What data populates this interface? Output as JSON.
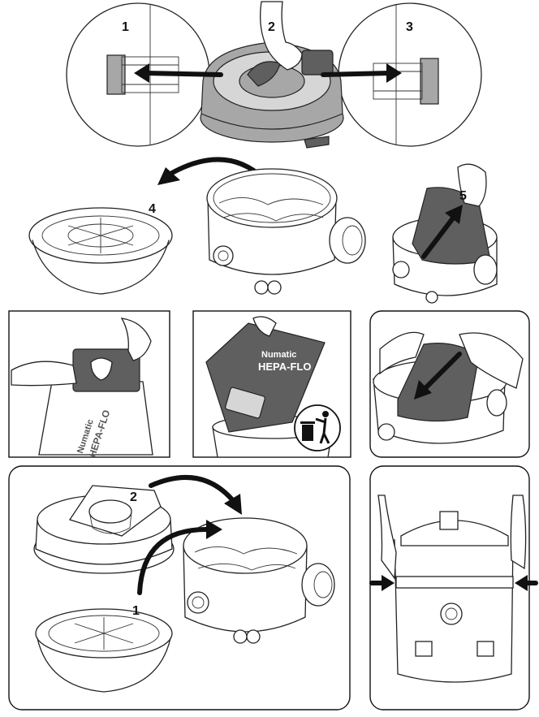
{
  "step_labels": {
    "top_left_circle": "1",
    "top_center_head": "2",
    "top_right_circle": "3",
    "container_removal": "4",
    "bag_lift": "5",
    "reassembly_head": "2",
    "reassembly_container": "1"
  },
  "bag_branding": {
    "brand_on_bag": "Numatic",
    "product_on_bag": "HEPA-FLO",
    "brand_on_folded_bag": "Numatic",
    "product_on_folded_bag": "HEPA-FLO"
  },
  "icons": {
    "disposal_icon": "trash-bin-person-icon"
  },
  "colors": {
    "line": "#222222",
    "bag_gray": "#5f5f5f",
    "head_gray": "#a7a7a7",
    "background": "#ffffff"
  }
}
